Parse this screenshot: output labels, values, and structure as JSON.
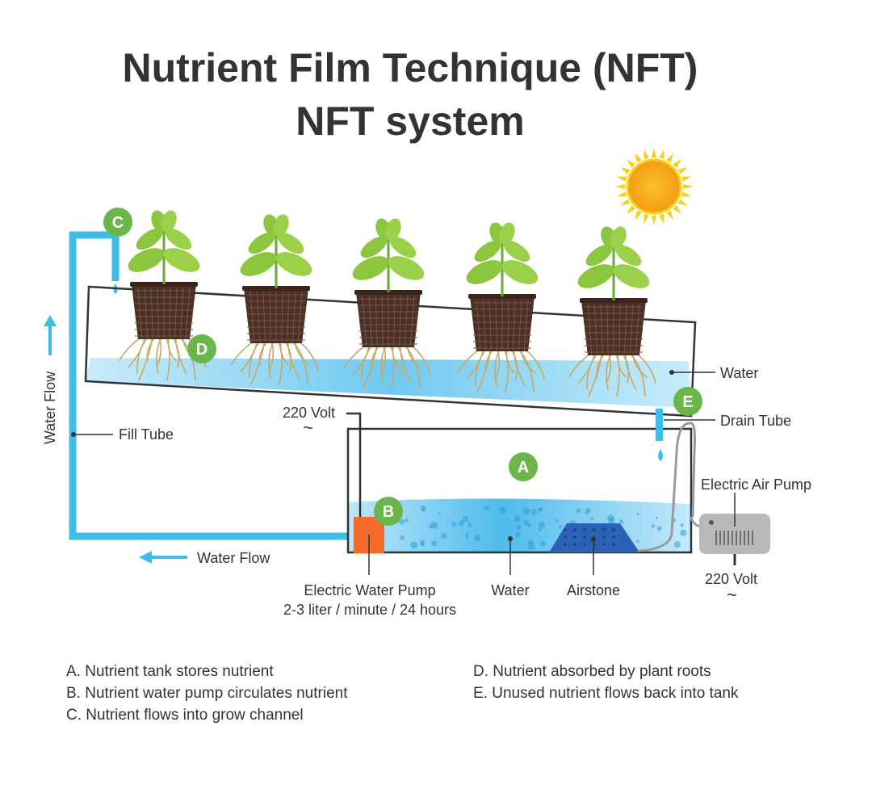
{
  "title": {
    "line1": "Nutrient Film Technique (NFT)",
    "line2": "NFT system"
  },
  "badges": {
    "a": "A",
    "b": "B",
    "c": "C",
    "d": "D",
    "e": "E"
  },
  "labels": {
    "water_flow_vertical": "Water Flow",
    "water_flow_bottom": "Water Flow",
    "fill_tube": "Fill Tube",
    "volt_pump": "220 Volt",
    "volt_air": "220 Volt",
    "water_channel": "Water",
    "drain_tube": "Drain Tube",
    "electric_air_pump": "Electric Air Pump",
    "electric_water_pump": "Electric Water Pump",
    "pump_rate": "2-3 liter / minute / 24 hours",
    "water_tank": "Water",
    "airstone": "Airstone",
    "ac_symbol": "~"
  },
  "legend": {
    "left": [
      "A. Nutrient tank stores nutrient",
      "B. Nutrient water pump circulates nutrient",
      "C. Nutrient flows into grow channel"
    ],
    "right": [
      "D. Nutrient absorbed by plant roots",
      "E. Unused nutrient flows back into tank"
    ]
  },
  "colors": {
    "text": "#333333",
    "tube": "#3fbde9",
    "water": "#8fd3f4",
    "badge": "#6ab64a",
    "pump": "#f26b2b",
    "airstone": "#2b62b5",
    "air_pump": "#b8b9bb",
    "sun": "#f7b90f",
    "leaf": "#8cc63f",
    "pot": "#4a2f25",
    "root": "#c8a866"
  },
  "icons": [
    "sun-icon",
    "plant-icon",
    "water-drop-icon",
    "arrow-up-icon",
    "arrow-left-icon",
    "water-pump-icon",
    "air-pump-icon",
    "airstone-icon"
  ]
}
